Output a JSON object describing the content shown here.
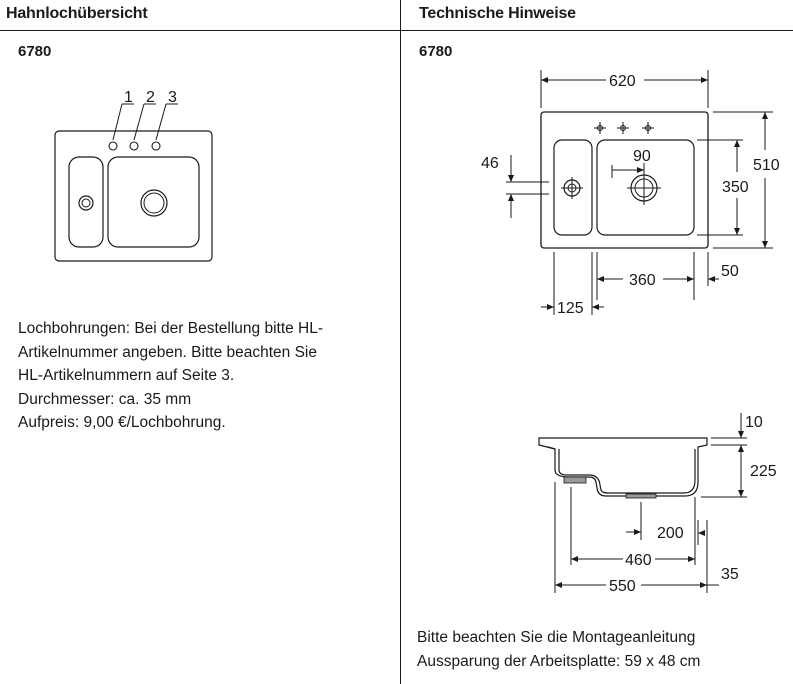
{
  "left": {
    "title": "Hahnlochübersicht",
    "model": "6780",
    "hole_labels": [
      "1",
      "2",
      "3"
    ],
    "info_lines": [
      "Lochbohrungen: Bei der Bestellung bitte HL-",
      "Artikelnummer angeben. Bitte beachten Sie",
      "HL-Artikelnummern auf Seite 3.",
      "Durchmesser: ca. 35 mm",
      "Aufpreis: 9,00 €/Lochbohrung."
    ]
  },
  "right": {
    "title": "Technische Hinweise",
    "model": "6780",
    "top_view_dims": {
      "width": "620",
      "height": "510",
      "bowl_height": "350",
      "drain_offset": "90",
      "small_drain_offset": "46",
      "big_bowl_width": "360",
      "right_margin": "50",
      "small_bowl_offset": "125"
    },
    "side_view_dims": {
      "rim": "10",
      "depth": "225",
      "drain_pos": "200",
      "inner_width": "460",
      "outer_width": "550",
      "offset": "35"
    },
    "notes": [
      "Bitte beachten Sie die Montageanleitung",
      "Aussparung der Arbeitsplatte: 59 x 48 cm"
    ]
  }
}
